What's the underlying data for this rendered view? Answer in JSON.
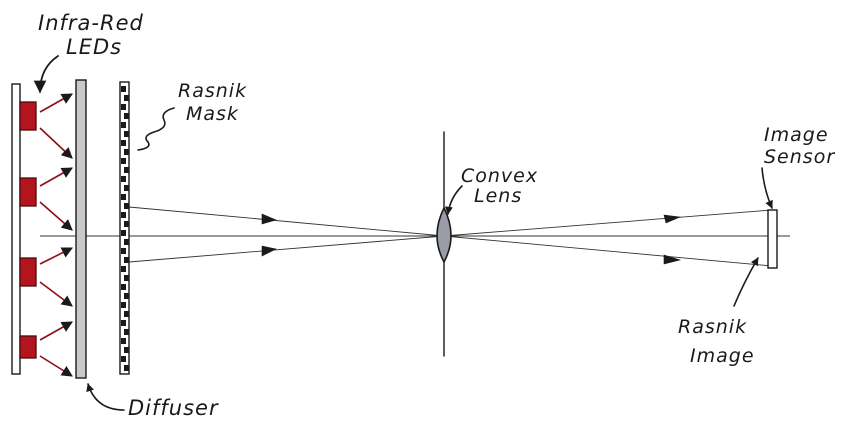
{
  "labels": {
    "leds_line1": "Infra-Red",
    "leds_line2": "LEDs",
    "mask_line1": "Rasnik",
    "mask_line2": "Mask",
    "lens_line1": "Convex",
    "lens_line2": "Lens",
    "sensor_line1": "Image",
    "sensor_line2": "Sensor",
    "image_line1": "Rasnik",
    "image_line2": "Image",
    "diffuser": "Diffuser"
  },
  "colors": {
    "led": "#b4141e",
    "led_outline": "#4a0a0e",
    "ink": "#1a1a1a",
    "diffuser_fill": "#c9c9c9",
    "lens_fill": "#9a9ca8"
  }
}
